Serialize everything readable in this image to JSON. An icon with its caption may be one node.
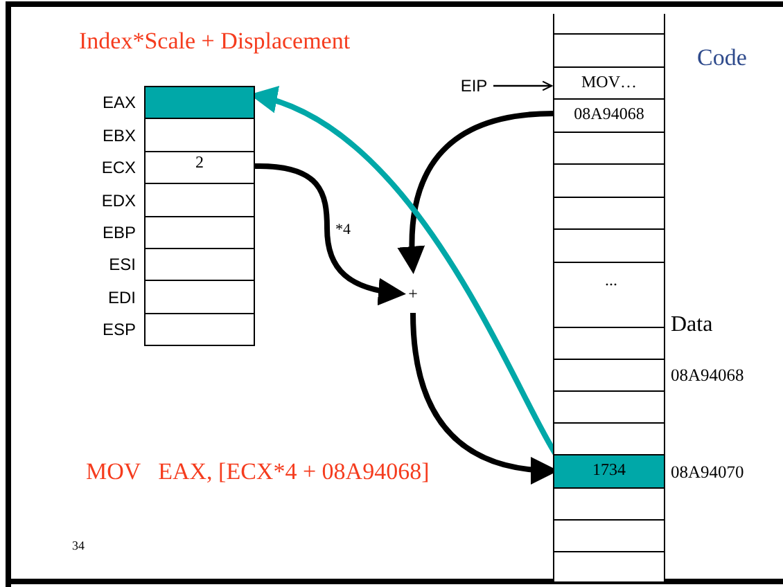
{
  "diagram": {
    "title": "Index*Scale + Displacement",
    "nodes": [
      {
        "text": [],
        "shape": "box",
        "beside": [
          "EAX"
        ]
      },
      {
        "text": [],
        "shape": "box",
        "beside": [
          "EBX"
        ]
      },
      {
        "text": [
          "2"
        ],
        "beside": [
          "ECX"
        ]
      },
      {
        "text": [],
        "shape": "box",
        "beside": [
          "EDX"
        ]
      },
      {
        "text": [],
        "shape": "box",
        "beside": [
          "EBP"
        ]
      },
      {
        "text": [],
        "shape": "box",
        "beside": [
          "ESI"
        ]
      },
      {
        "text": [],
        "shape": "box",
        "beside": [
          "EDI"
        ]
      },
      {
        "text": [],
        "shape": "box",
        "beside": [
          "ESP"
        ]
      },
      {
        "text": [],
        "shape": "box"
      },
      {
        "text": [],
        "shape": "box"
      },
      {
        "text": [
          "MOV…"
        ]
      },
      {
        "text": [
          "08A94068"
        ]
      },
      {
        "text": [],
        "shape": "box"
      },
      {
        "text": [],
        "shape": "box"
      },
      {
        "text": [],
        "shape": "box"
      },
      {
        "text": [],
        "shape": "box"
      },
      {
        "text": [
          "..."
        ]
      },
      {
        "text": [],
        "shape": "box"
      },
      {
        "text": [],
        "shape": "box",
        "beside": [
          "08A94068"
        ]
      },
      {
        "text": [],
        "shape": "box"
      },
      {
        "text": [],
        "shape": "box"
      },
      {
        "text": [
          "1734"
        ],
        "beside": [
          "08A94070"
        ]
      },
      {
        "text": [],
        "shape": "box"
      },
      {
        "text": [],
        "shape": "box"
      },
      {
        "text": [],
        "shape": "box"
      },
      {
        "text": [
          "EIP"
        ]
      },
      {
        "text": [
          "+"
        ]
      }
    ],
    "edges": [
      {
        "from": 25,
        "to": 10,
        "arrow": "to"
      },
      {
        "from": 2,
        "to": 26,
        "arrow": "to",
        "label": "*4"
      },
      {
        "from": 11,
        "to": 26,
        "arrow": "to"
      },
      {
        "from": 26,
        "to": 21,
        "arrow": "to"
      },
      {
        "from": 21,
        "to": 0,
        "arrow": "to",
        "color": "#00a8a8"
      }
    ],
    "labels": [
      "Code",
      "Data",
      "MOV   EAX, [ECX*4 + 08A94068]",
      "34"
    ]
  }
}
